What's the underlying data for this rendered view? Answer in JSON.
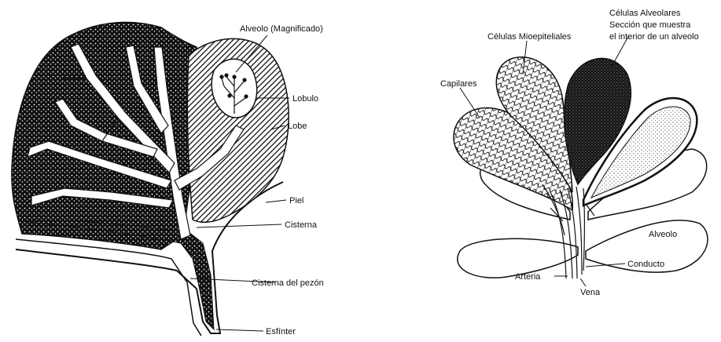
{
  "left_diagram": {
    "labels": {
      "alveolo_magnificado": "Alveolo (Magnificado)",
      "lobulo": "Lobulo",
      "lobe": "Lobe",
      "piel": "Piel",
      "cisterna": "Cisterna",
      "cisterna_pezon": "Cisterna del pezón",
      "esfinter": "Esfínter"
    }
  },
  "right_diagram": {
    "labels": {
      "celulas_alveolares": "Células Alveolares",
      "seccion_line1": "Sección que muestra",
      "seccion_line2": "el interior de un alveolo",
      "celulas_mioepiteliales": "Células Mioepiteliales",
      "capilares": "Capilares",
      "alveolo": "Alveolo",
      "conducto": "Conducto",
      "arteria": "Arteria",
      "vena": "Vena"
    }
  },
  "colors": {
    "ink": "#111111",
    "paper": "#ffffff",
    "hatch": "#222222"
  }
}
